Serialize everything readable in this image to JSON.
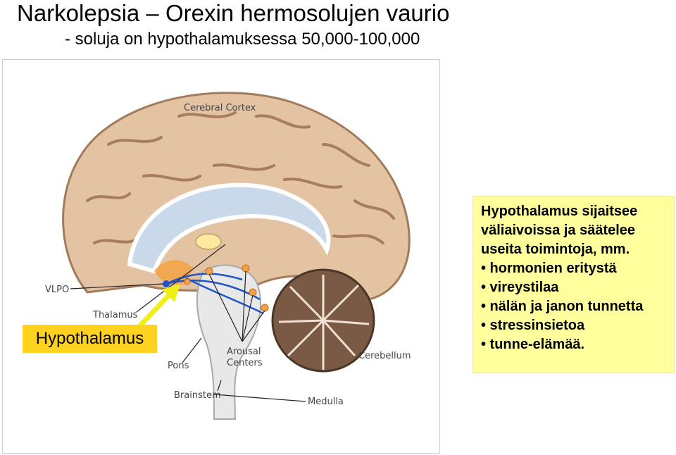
{
  "slide": {
    "title": "Narkolepsia – Orexin hermosolujen vaurio",
    "subtitle": "- soluja on hypothalamuksessa 50,000-100,000"
  },
  "figure": {
    "labels": {
      "cerebral_cortex": "Cerebral Cortex",
      "vlpo": "VLPO",
      "thalamus": "Thalamus",
      "pons": "Pons",
      "arousal": "Arousal",
      "centers": "Centers",
      "cerebellum": "Cerebellum",
      "brainstem": "Brainstem",
      "medulla": "Medulla"
    },
    "callout": "Hypothalamus"
  },
  "info_box": {
    "lines": [
      "Hypothalamus sijaitsee",
      "väliaivoissa ja säätelee",
      "useita toimintoja, mm.",
      "• hormonien eritystä",
      "• vireystilaa",
      "• nälän ja janon tunnetta",
      "• stressinsietoa",
      "• tunne-elämää."
    ]
  },
  "colors": {
    "callout_bg": "#ffd21f",
    "info_bg": "#ffff9e",
    "pathway": "#1f55c8",
    "arrow": "#f2ee17"
  }
}
